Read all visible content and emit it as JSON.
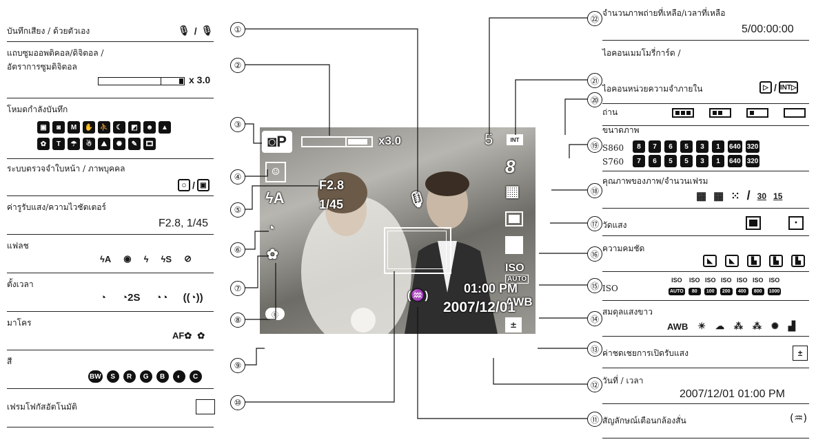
{
  "left": [
    {
      "label": "บันทึกเสียง / ด้วยตัวเอง",
      "icons": [
        "🎙",
        "/",
        "🎙"
      ]
    },
    {
      "label": "แถบซูมออพติคอล/ดิจิตอล /",
      "label2": "อัตราการซูมดิจิตอล",
      "value": "x 3.0"
    },
    {
      "label": "โหมดกำลังบันทึก",
      "modes1": [
        "▣",
        "◙",
        "M",
        "✋",
        "⛹",
        "☾",
        "◩",
        "☻",
        "▲"
      ],
      "modes2": [
        "✿",
        "T",
        "☂",
        "☃",
        "⛰",
        "✺",
        "✎",
        "🎞"
      ]
    },
    {
      "label": "ระบบตรวจจำใบหน้า / ภาพบุคคล",
      "icons": [
        "☺",
        "/",
        "▣"
      ]
    },
    {
      "label": "ค่ารูรับแสง/ความไวชัตเตอร์",
      "value": "F2.8, 1/45"
    },
    {
      "label": "แฟลช",
      "icons": [
        "ϟA",
        "◉",
        "ϟ",
        "ϟS",
        "⊘"
      ]
    },
    {
      "label": "ตั้งเวลา",
      "icons": [
        "◔",
        "◔2S",
        "◔◔",
        "((◔))"
      ]
    },
    {
      "label": "มาโคร",
      "icons": [
        "AF✿",
        "✿"
      ]
    },
    {
      "label": "สี",
      "icons": [
        "BW",
        "S",
        "R",
        "G",
        "B",
        "◐",
        "C"
      ]
    },
    {
      "label": "เฟรมโฟกัสอัตโนมัติ"
    }
  ],
  "right": [
    {
      "label": "จำนวนภาพถ่ายที่เหลือ/เวลาที่เหลือ",
      "value": "5/00:00:00"
    },
    {
      "label": "ไอคอนเมมโมรี่การ์ด /",
      "label2": "ไอคอนหน่วยความจำภายใน",
      "icons": [
        "▷",
        "/",
        "INT▷"
      ]
    },
    {
      "label": "ถ่าน"
    },
    {
      "label": "ขนาดภาพ",
      "s860": "S860",
      "s760": "S760",
      "sizes860": [
        "8",
        "7",
        "6",
        "5",
        "3",
        "1",
        "640",
        "320"
      ],
      "sizes760": [
        "7",
        "6",
        "5",
        "5",
        "3",
        "1",
        "640",
        "320"
      ]
    },
    {
      "label": "คุณภาพของภาพ/จำนวนเฟรม",
      "fps": [
        "/",
        "30",
        "15"
      ]
    },
    {
      "label": "วัดแสง"
    },
    {
      "label": "ความคมชัด"
    },
    {
      "label": "ISO",
      "iso": [
        "AUTO",
        "80",
        "100",
        "200",
        "400",
        "800",
        "1000"
      ],
      "iso_top": "ISO"
    },
    {
      "label": "สมดุลแสงขาว",
      "awb": "AWB"
    },
    {
      "label": "ค่าชดเชยการเปิดรับแสง"
    },
    {
      "label": "วันที่ / เวลา",
      "value": "2007/12/01  01:00 PM"
    },
    {
      "label": "สัญลักษณ์เตือนกล้องสั่น"
    }
  ],
  "screen": {
    "zoom": "x3.0",
    "remaining": "5",
    "aperture": "F2.8",
    "shutter": "1/45",
    "time": "01:00 PM",
    "date": "2007/12/01",
    "size": "8",
    "iso": "ISO",
    "iso_mode": "AUTO",
    "awb": "AWB"
  },
  "callouts": [
    "①",
    "②",
    "③",
    "④",
    "⑤",
    "⑥",
    "⑦",
    "⑧",
    "⑨",
    "⑩",
    "⑪",
    "⑫",
    "⑬",
    "⑭",
    "⑮",
    "⑯",
    "⑰",
    "⑱",
    "⑲",
    "⑳",
    "㉑",
    "㉒"
  ]
}
